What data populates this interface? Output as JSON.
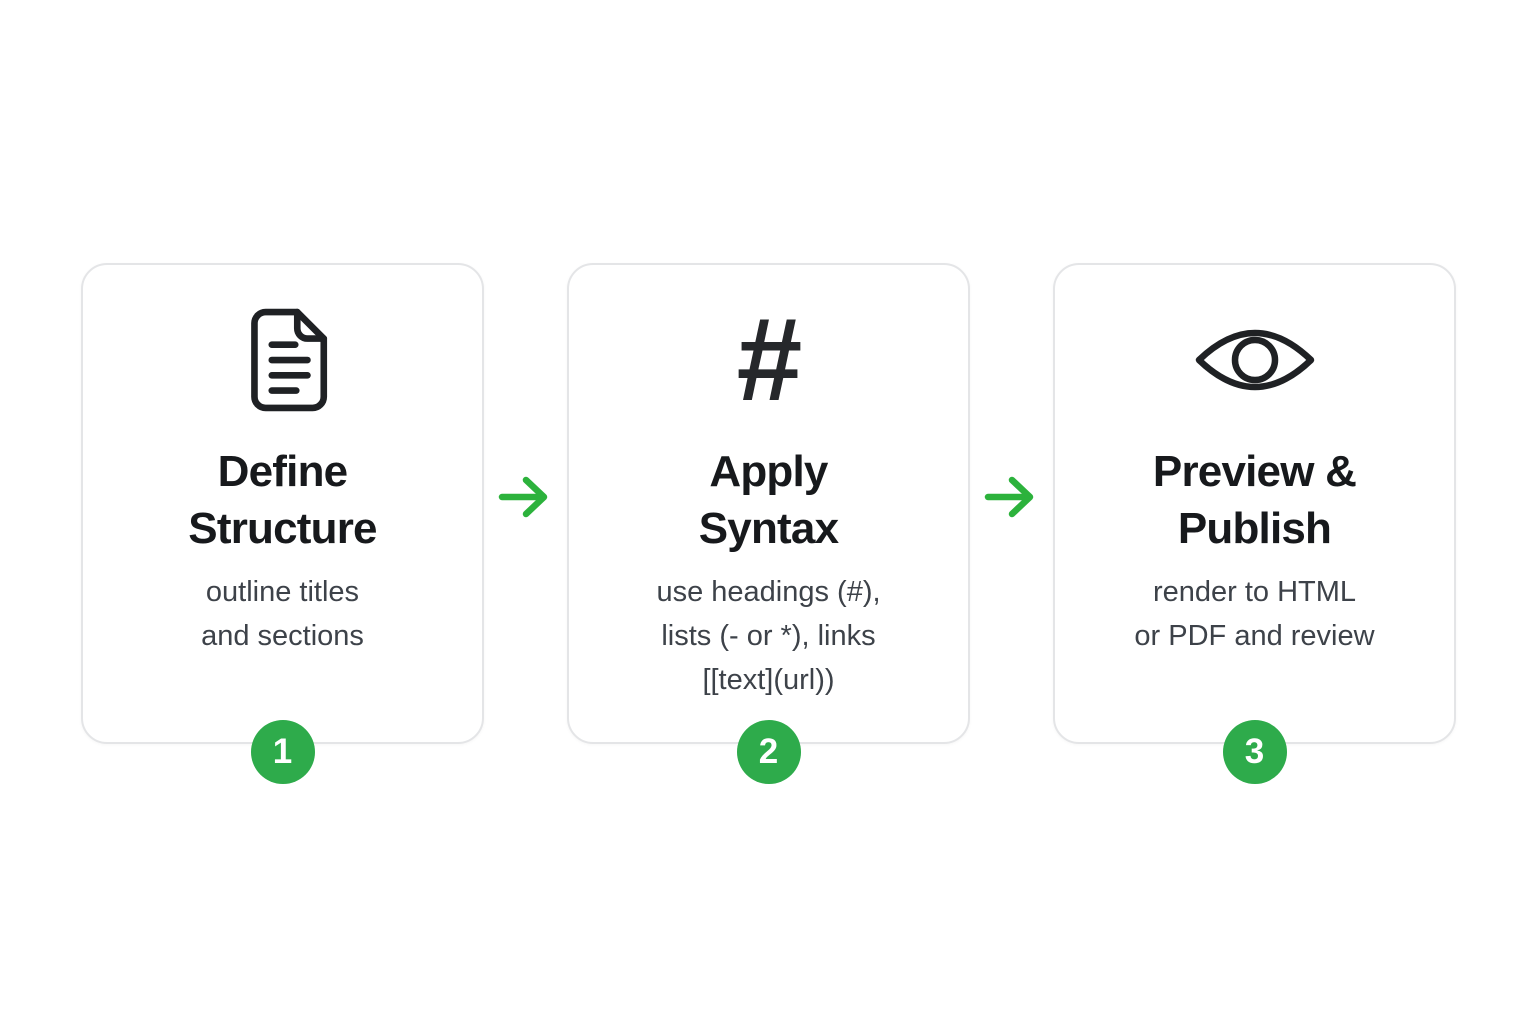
{
  "diagram": {
    "type": "process-flow",
    "background_color": "#ffffff",
    "colors": {
      "badge_green": "#2eab4b",
      "arrow_green": "#2cb23c",
      "card_border": "#e4e5e7",
      "title_text": "#17191c",
      "body_text": "#3d4249",
      "icon_stroke": "#1f2124",
      "badge_text": "#ffffff"
    },
    "steps": [
      {
        "badge": "1",
        "icon": "document-icon",
        "title_line1": "Define",
        "title_line2": "Structure",
        "desc_line1": "outline titles",
        "desc_line2": "and sections"
      },
      {
        "badge": "2",
        "icon": "hash-icon",
        "icon_glyph": "#",
        "title_line1": "Apply",
        "title_line2": "Syntax",
        "desc_line1": "use headings (#),",
        "desc_line2": "lists (- or *), links",
        "desc_line3": "[[text](url))"
      },
      {
        "badge": "3",
        "icon": "eye-icon",
        "title_line1": "Preview &",
        "title_line2": "Publish",
        "desc_line1": "render to HTML",
        "desc_line2": "or PDF and review"
      }
    ],
    "arrows": [
      {
        "name": "arrow-step1-to-step2",
        "direction": "right"
      },
      {
        "name": "arrow-step2-to-step3",
        "direction": "right"
      }
    ]
  }
}
